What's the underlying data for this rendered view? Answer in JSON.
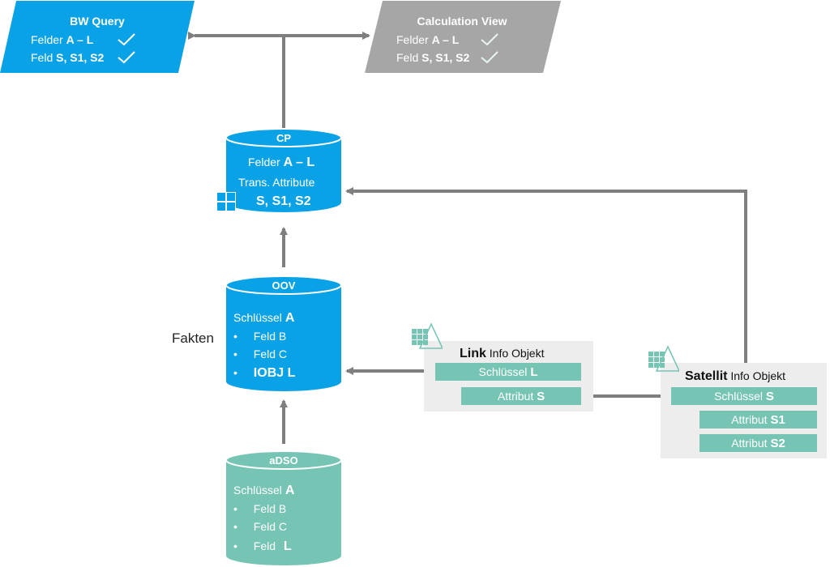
{
  "bw_query": {
    "title": "BW Query",
    "row1_prefix": "Felder",
    "row1_bold": "A – L",
    "row2_prefix": "Feld",
    "row2_bold": "S, S1, S2",
    "check_icon": "check-icon",
    "color": "#0aa2e6"
  },
  "calc_view": {
    "title": "Calculation View",
    "row1_prefix": "Felder",
    "row1_bold": "A – L",
    "row2_prefix": "Feld",
    "row2_bold": "S, S1, S2",
    "check_icon": "check-icon",
    "color": "#a6a6a6"
  },
  "cp": {
    "title": "CP",
    "line1_prefix": "Felder",
    "line1_bold": "A – L",
    "line2": "Trans. Attribute",
    "line3_bold": "S, S1, S2",
    "icon": "windows-grid-icon",
    "color": "#0aa2e6"
  },
  "oov": {
    "title": "OOV",
    "line1_prefix": "Schlüssel",
    "line1_bold": "A",
    "items": [
      {
        "bullet": "•",
        "text": "Feld B",
        "bold": false
      },
      {
        "bullet": "•",
        "text": "Feld C",
        "bold": false
      },
      {
        "bullet": "•",
        "text": "IOBJ L",
        "bold": true
      }
    ],
    "side_label": "Fakten",
    "color": "#0aa2e6"
  },
  "adso": {
    "title": "aDSO",
    "line1_prefix": "Schlüssel",
    "line1_bold": "A",
    "items": [
      {
        "bullet": "•",
        "text": "Feld B"
      },
      {
        "bullet": "•",
        "text": "Feld C"
      },
      {
        "bullet": "•",
        "text": "Feld",
        "bold_suffix": "L"
      }
    ],
    "color": "#76c4b4"
  },
  "link": {
    "title_bold": "Link",
    "title_rest": "Info Objekt",
    "key_prefix": "Schlüssel",
    "key_bold": "L",
    "attr_prefix": "Attribut",
    "attr_bold": "S",
    "icon": "table-triangle-icon",
    "color": "#76c4b4"
  },
  "satellite": {
    "title_bold": "Satellit",
    "title_rest": "Info Objekt",
    "key_prefix": "Schlüssel",
    "key_bold": "S",
    "attrs": [
      {
        "prefix": "Attribut",
        "bold": "S1"
      },
      {
        "prefix": "Attribut",
        "bold": "S2"
      }
    ],
    "icon": "table-triangle-icon",
    "color": "#76c4b4"
  },
  "connector_color": "#7f7f7f"
}
